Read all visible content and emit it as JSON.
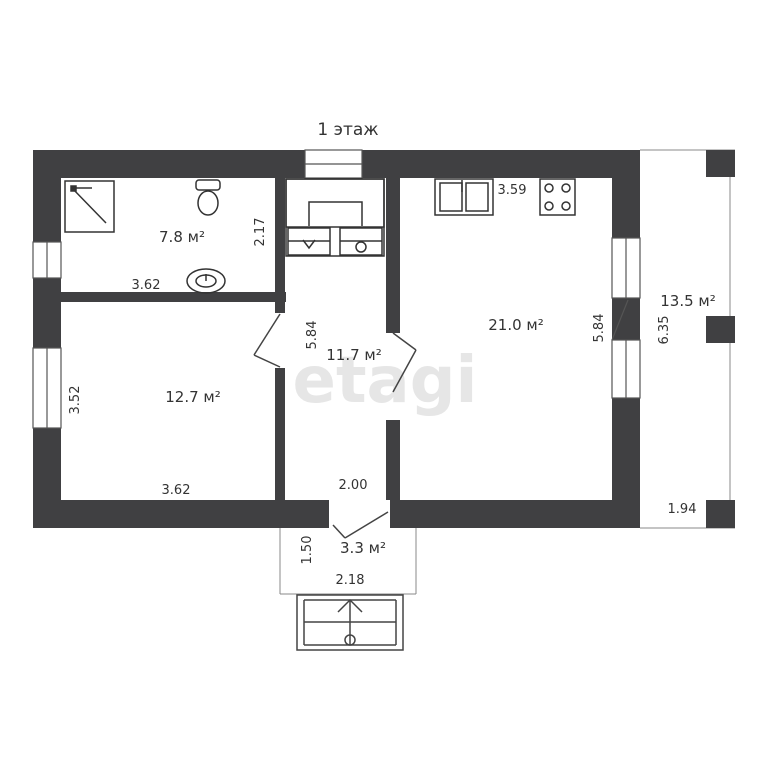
{
  "floor_title": "1 этаж",
  "watermark": "etagi",
  "colors": {
    "wall": "#404042",
    "line": "#555555",
    "text": "#333333",
    "window": "#ffffff"
  },
  "rooms": {
    "bathroom": {
      "area": "7.8 м²",
      "width": "3.62",
      "depth": "2.17"
    },
    "bedroom": {
      "area": "12.7 м²",
      "width": "3.62",
      "depth": "3.52"
    },
    "hall": {
      "area": "11.7 м²",
      "length": "5.84",
      "width": "2.00"
    },
    "kitchen": {
      "area": "21.0 м²",
      "width": "3.59",
      "depth": "5.84"
    },
    "veranda": {
      "area": "13.5 м²",
      "length": "6.35",
      "width": "1.94"
    },
    "porch": {
      "area": "3.3 м²",
      "depth": "1.50",
      "width": "2.18"
    }
  }
}
